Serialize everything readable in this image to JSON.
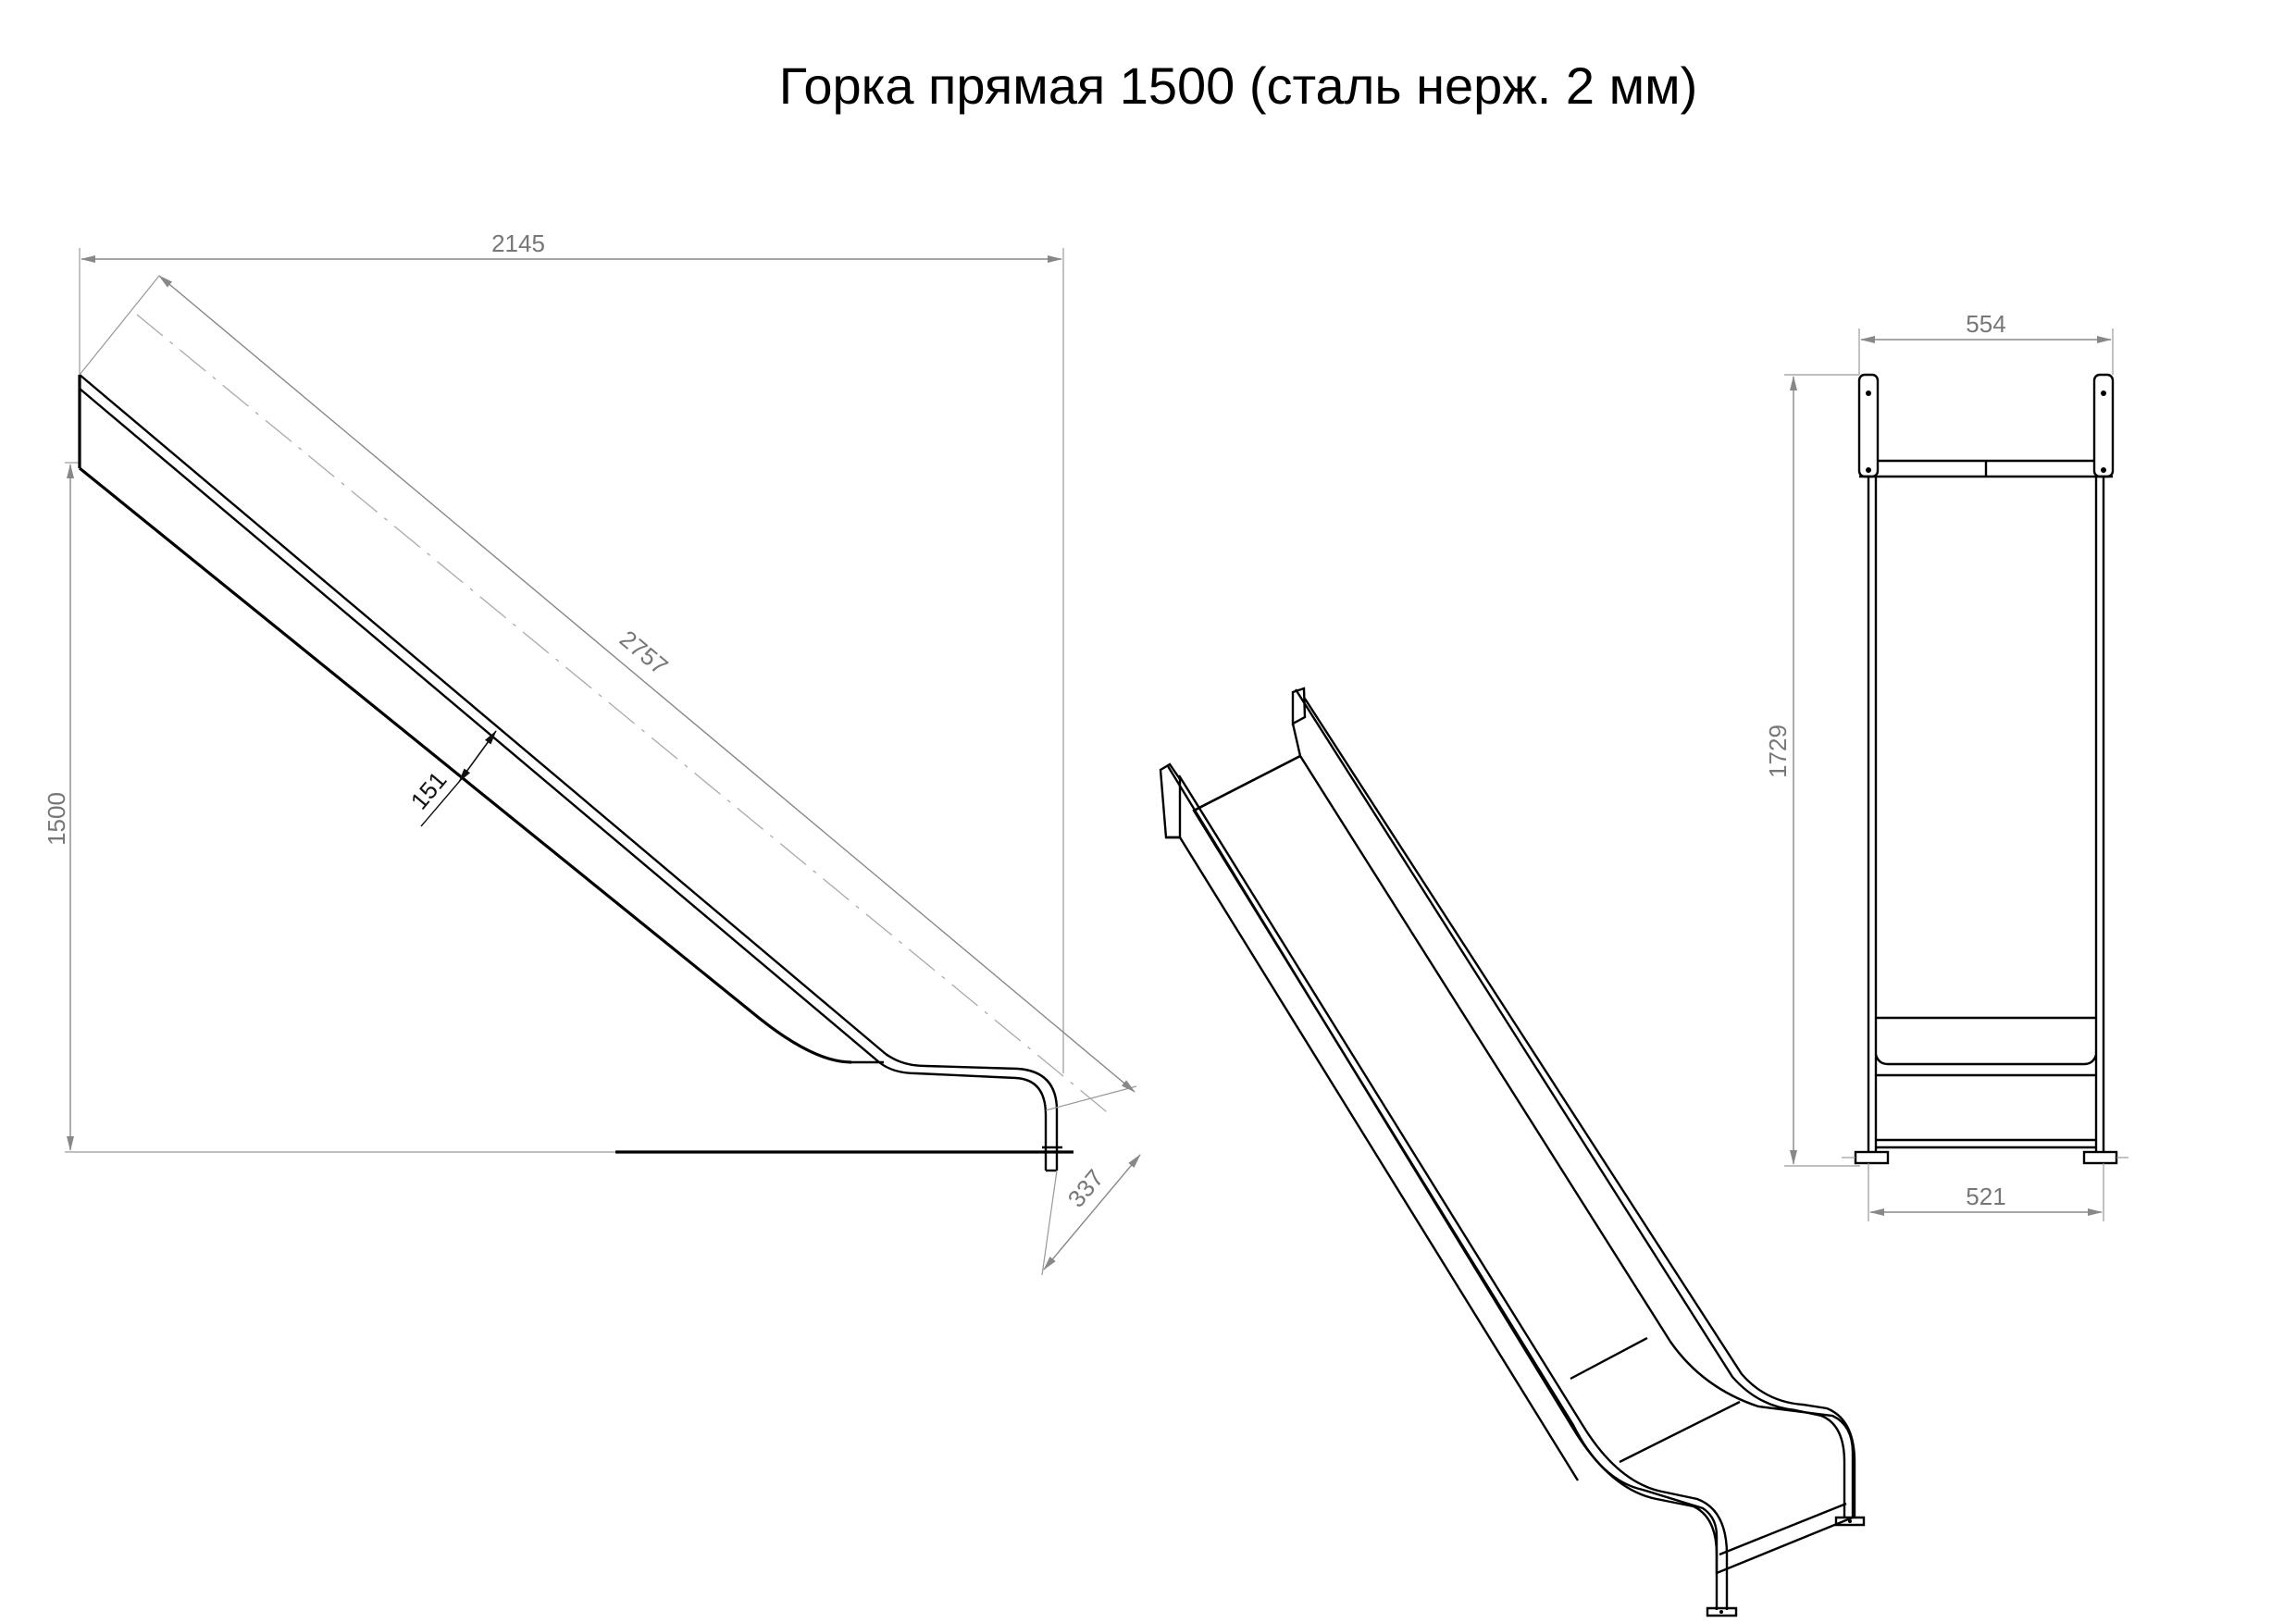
{
  "title": "Горка прямая 1500 (сталь нерж. 2 мм)",
  "side_view": {
    "overall_length": "2145",
    "height": "1500",
    "slope_length": "2757",
    "side_height": "151",
    "exit_length": "337"
  },
  "front_view": {
    "top_width": "554",
    "height": "1729",
    "base_width": "521"
  }
}
